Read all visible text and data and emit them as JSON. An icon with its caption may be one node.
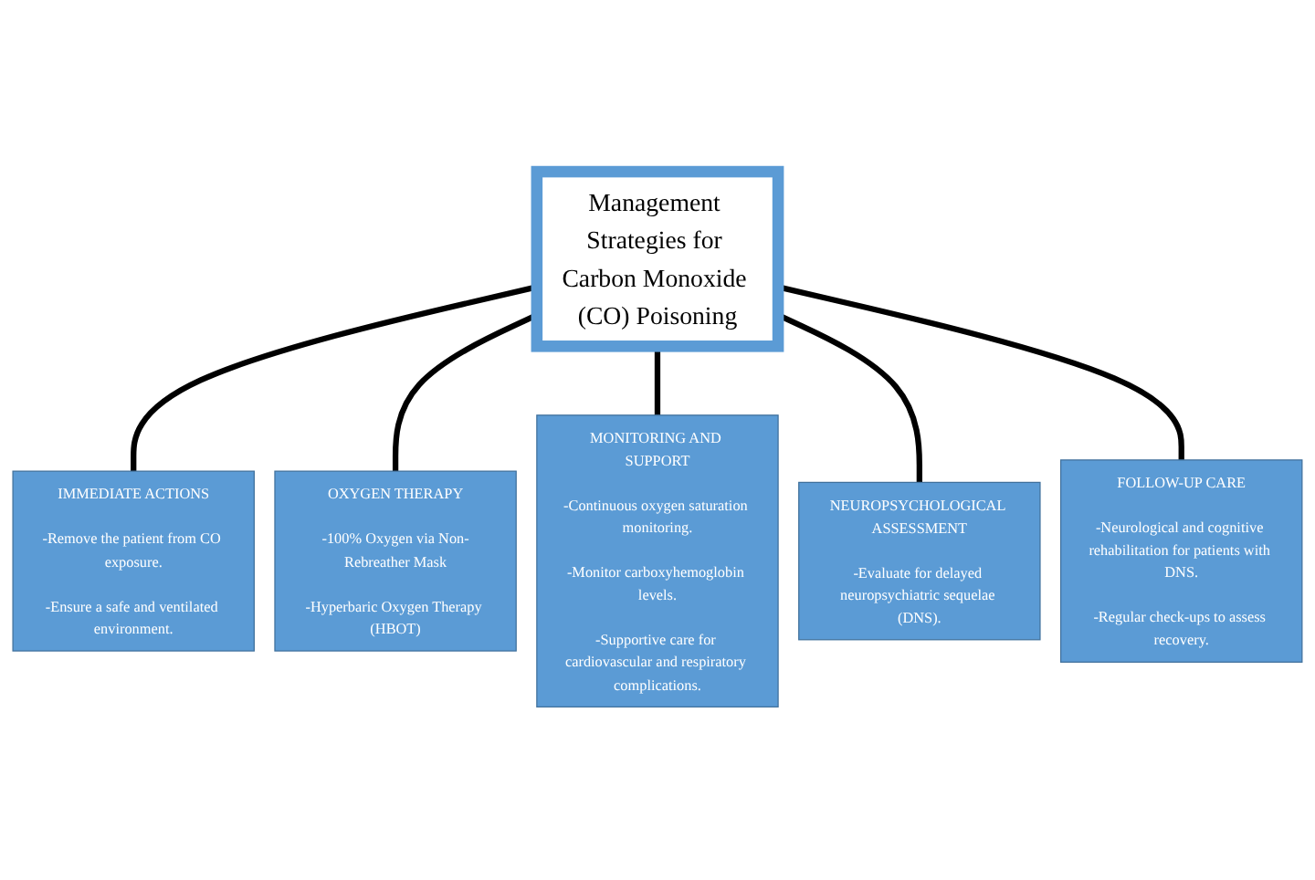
{
  "diagram": {
    "nodes": [
      {
        "text": [
          "Management Strategies for Carbon Monoxide (CO) Poisoning"
        ]
      },
      {
        "text": [
          "IMMEDIATE ACTIONS",
          "-Remove the patient from CO exposure.",
          "-Ensure a safe and ventilated environment."
        ]
      },
      {
        "text": [
          "OXYGEN THERAPY",
          "-100% Oxygen via Non-Rebreather Mask",
          "-Hyperbaric Oxygen Therapy (HBOT)"
        ]
      },
      {
        "text": [
          "MONITORING AND SUPPORT",
          "-Continuous oxygen saturation monitoring.",
          "-Monitor carboxyhemoglobin levels.",
          "-Supportive care for cardiovascular and respiratory complications."
        ]
      },
      {
        "text": [
          "NEUROPSYCHOLOGICAL ASSESSMENT",
          "-Evaluate for delayed neuropsychiatric sequelae (DNS)."
        ]
      },
      {
        "text": [
          "FOLLOW-UP CARE",
          "-Neurological and cognitive rehabilitation for patients with DNS.",
          "-Regular check-ups to assess recovery."
        ]
      }
    ],
    "edges": [
      {
        "from": 0,
        "to": 1,
        "arrow": "none"
      },
      {
        "from": 0,
        "to": 2,
        "arrow": "none"
      },
      {
        "from": 0,
        "to": 3,
        "arrow": "none"
      },
      {
        "from": 0,
        "to": 4,
        "arrow": "none"
      },
      {
        "from": 0,
        "to": 5,
        "arrow": "none"
      }
    ]
  }
}
